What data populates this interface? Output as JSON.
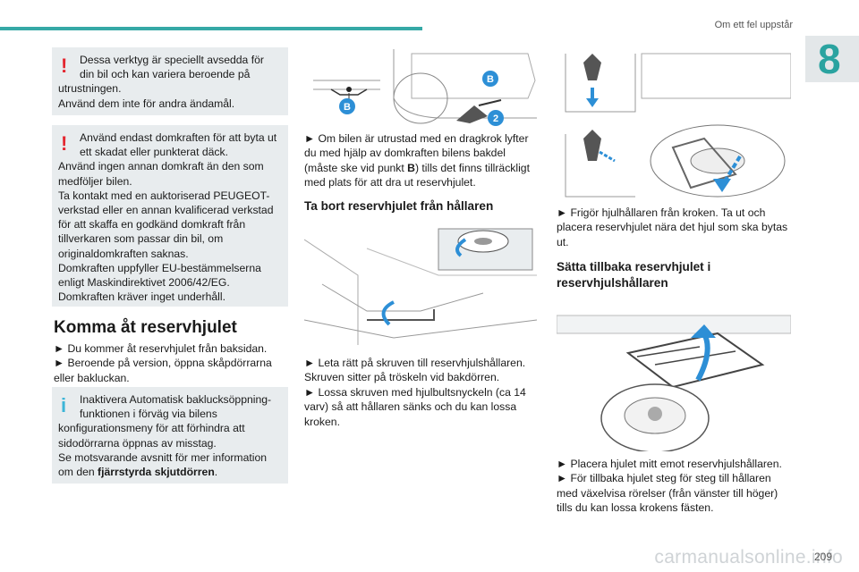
{
  "header": {
    "section_title": "Om ett fel uppstår",
    "chapter_number": "8"
  },
  "left": {
    "warn1": {
      "first": "Dessa verktyg är speciellt avsedda för din bil och kan variera beroende på",
      "rest": "utrustningen.\nAnvänd dem inte för andra ändamål."
    },
    "warn2": {
      "first": "Använd endast domkraften för att byta ut ett skadat eller punkterat däck.",
      "rest": "Använd ingen annan domkraft än den som medföljer bilen.\nTa kontakt med en auktoriserad PEUGEOT-verkstad eller en annan kvalificerad verkstad för att skaffa en godkänd domkraft från tillverkaren som passar din bil, om originaldomkraften saknas.\nDomkraften uppfyller EU-bestämmelserna enligt Maskindirektivet 2006/42/EG.\nDomkraften kräver inget underhåll."
    },
    "heading": "Komma åt reservhjulet",
    "steps": "► Du kommer åt reservhjulet från baksidan.\n► Beroende på version, öppna skåpdörrarna eller bakluckan.",
    "info": {
      "first": "Inaktivera Automatisk baklucksöppning-funktionen i förväg via bilens",
      "rest": "konfigurationsmeny för att förhindra att sidodörrarna öppnas av misstag.\nSe motsvarande avsnitt för mer information om den ",
      "bold": "fjärrstyrda skjutdörren",
      "end": "."
    }
  },
  "middle": {
    "fig_labels": {
      "b1": "B",
      "b2": "B",
      "two": "2"
    },
    "para1_a": "► Om bilen är utrustad med en dragkrok lyfter du med hjälp av domkraften bilens bakdel (måste ske vid punkt ",
    "para1_b": "B",
    "para1_c": ") tills det finns tillräckligt med plats för att dra ut reservhjulet.",
    "heading": "Ta bort reservhjulet från hållaren",
    "para2": "► Leta rätt på skruven till reservhjulshållaren. Skruven sitter på tröskeln vid bakdörren.\n► Lossa skruven med hjulbultsnyckeln (ca 14 varv) så att hållaren sänks och du kan lossa kroken."
  },
  "right": {
    "para1": "► Frigör hjulhållaren från kroken. Ta ut och placera reservhjulet nära det hjul som ska bytas ut.",
    "heading": "Sätta tillbaka reservhjulet i reservhjulshållaren",
    "para2": "► Placera hjulet mitt emot reservhjulshållaren.\n► För tillbaka hjulet steg för steg till hållaren med växelvisa rörelser (från vänster till höger) tills du kan lossa krokens fästen."
  },
  "footer": {
    "page_number": "209",
    "watermark": "carmanualsonline.info"
  },
  "colors": {
    "accent": "#35a9a6",
    "warning": "#e3262f",
    "info": "#3cb5d7",
    "box_bg": "#e8ecee"
  }
}
